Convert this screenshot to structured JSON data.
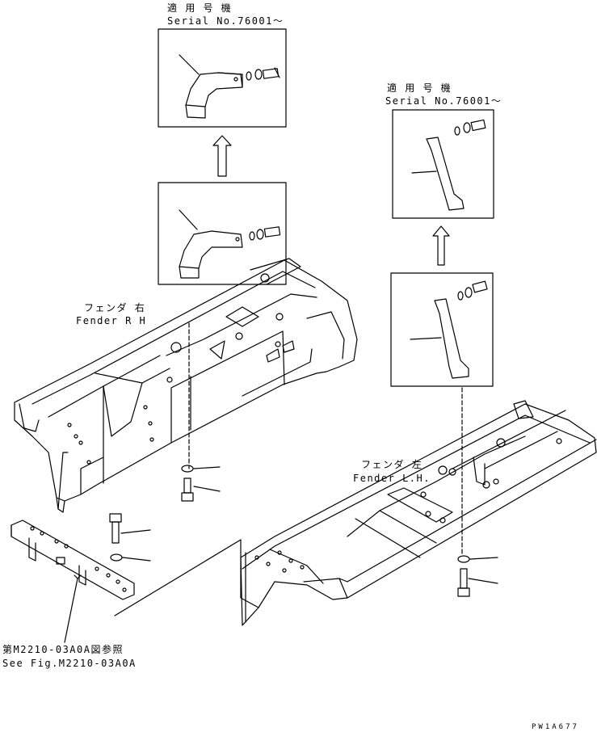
{
  "callouts": {
    "rh_top_ja": "適 用 号 機",
    "rh_top_en": "Serial No.76001～",
    "lh_top_ja": "適 用 号 機",
    "lh_top_en": "Serial No.76001～",
    "fender_rh_ja": "フェンダ 右",
    "fender_rh_en": "Fender R H",
    "fender_lh_ja": "フェンダ 左",
    "fender_lh_en": "Fender L.H.",
    "ref_ja": "第M2210-03A0A図参照",
    "ref_en": "See Fig.M2210-03A0A",
    "drawing_no": "PW1A677"
  }
}
